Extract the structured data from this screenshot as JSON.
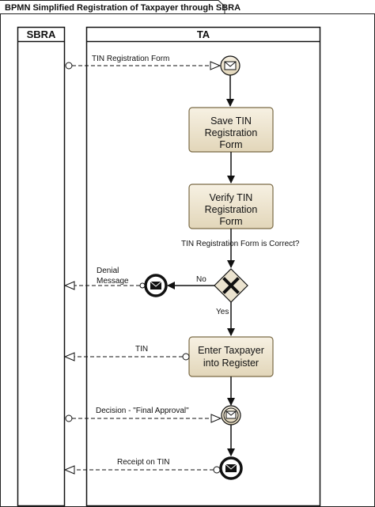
{
  "title": "BPMN Simplified Registration of Taxpayer through SBRA",
  "lanes": {
    "sbra": "SBRA",
    "ta": "TA"
  },
  "tasks": {
    "save": [
      "Save TIN",
      "Registration",
      "Form"
    ],
    "verify": [
      "Verify TIN",
      "Registration",
      "Form"
    ],
    "enter": [
      "Enter Taxpayer",
      "into Register"
    ]
  },
  "gateway_label": "TIN Registration Form is Correct?",
  "flow_labels": {
    "no": "No",
    "yes": "Yes"
  },
  "messages": {
    "tin_form": "TIN Registration Form",
    "denial_line1": "Denial",
    "denial_line2": "Message",
    "tin": "TIN",
    "decision": "Decision - \"Final Approval\"",
    "receipt": "Receipt on TIN"
  },
  "colors": {
    "task_fill_top": "#f7f1e3",
    "task_fill_bottom": "#e2d6b9",
    "task_stroke": "#7a6a45",
    "line": "#111111",
    "gateway_fill": "#ebe3cf"
  }
}
